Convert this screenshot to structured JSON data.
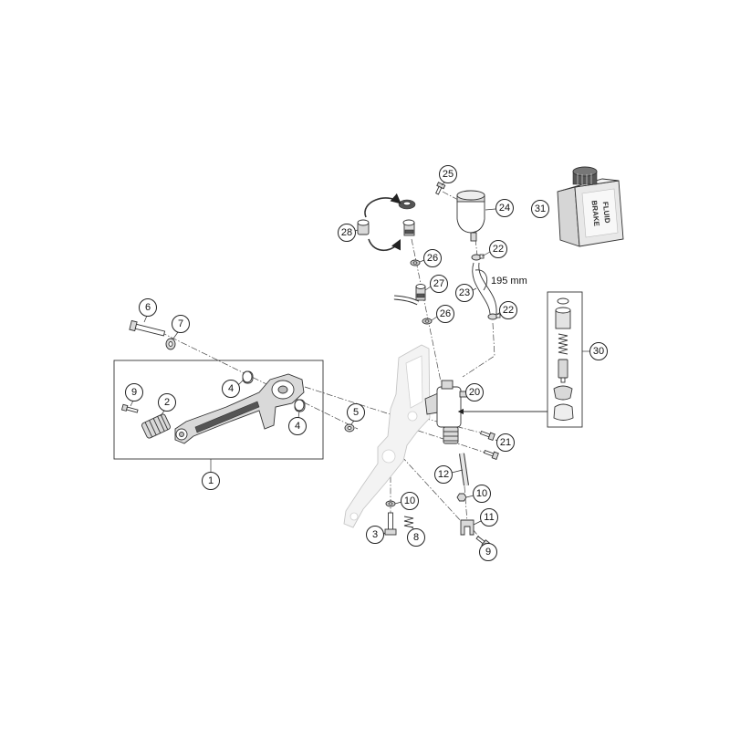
{
  "diagram": {
    "callouts": [
      "25",
      "24",
      "31",
      "28",
      "22",
      "26",
      "27",
      "23",
      "22",
      "26",
      "6",
      "7",
      "30",
      "9",
      "2",
      "4",
      "20",
      "5",
      "4",
      "21",
      "12",
      "1",
      "10",
      "10",
      "11",
      "3",
      "8",
      "9"
    ],
    "dimension_label": "195 mm",
    "bottle_label": {
      "line1": "BRAKE",
      "line2": "FLUID"
    }
  }
}
